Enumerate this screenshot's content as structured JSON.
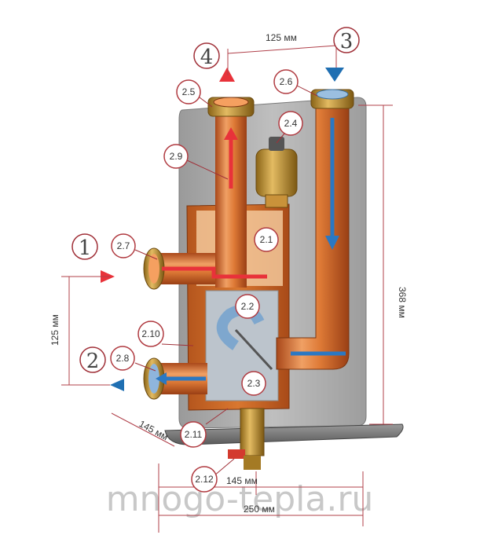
{
  "callouts": {
    "c2_1": "2.1",
    "c2_2": "2.2",
    "c2_3": "2.3",
    "c2_4": "2.4",
    "c2_5": "2.5",
    "c2_6": "2.6",
    "c2_7": "2.7",
    "c2_8": "2.8",
    "c2_9": "2.9",
    "c2_10": "2.10",
    "c2_11": "2.11",
    "c2_12": "2.12"
  },
  "ports": {
    "p1": "1",
    "p2": "2",
    "p3": "3",
    "p4": "4"
  },
  "dimensions": {
    "top_width": "125 мм",
    "height": "368 мм",
    "left_spacing": "125 мм",
    "depth": "145 мм",
    "bottom_inner": "145 мм",
    "bottom_total": "250 мм"
  },
  "watermark": "mnogo-tepla.ru",
  "colors": {
    "hot_arrow": "#e8323a",
    "cold_arrow": "#1f6fb2",
    "copper": "#d9712c",
    "brass": "#b98a2c",
    "back_plate": "#a9a9a9"
  }
}
